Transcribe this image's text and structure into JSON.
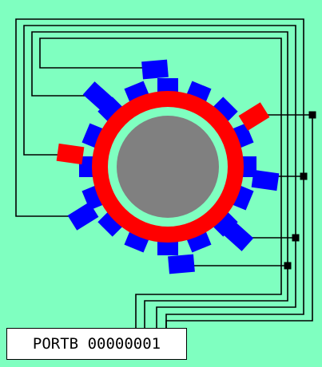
{
  "colors": {
    "background": "#7fffc0",
    "wire": "#000000",
    "coil_active": "#ff0000",
    "coil_inactive": "#0000ff",
    "stator": "#ff0000",
    "rotor": "#808080",
    "readout_background": "#ffffff"
  },
  "readout": {
    "port_name": "PORTB",
    "port_value": "00000001"
  },
  "motor": {
    "rotor_angle_deg": -30,
    "inner_pole_count": 16,
    "outer_coil_count": 8,
    "active_outer_coils": [
      1,
      6
    ]
  }
}
